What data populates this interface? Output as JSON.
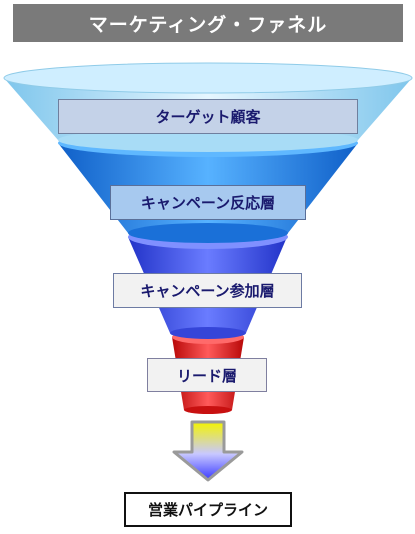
{
  "title": "マーケティング・ファネル",
  "stages": [
    {
      "label": "ターゲット顧客"
    },
    {
      "label": "キャンペーン反応層"
    },
    {
      "label": "キャンペーン参加層"
    },
    {
      "label": "リード層"
    }
  ],
  "pipeline": {
    "label": "営業パイプライン"
  },
  "colors": {
    "title_bg": "#7a7a7a",
    "stage1": "#9fd5f0",
    "stage2": "#1e7fe0",
    "stage3": "#3f4fe8",
    "stage4": "#e81818",
    "arrow_top": "#f4f400",
    "arrow_bottom": "#3a3aff"
  }
}
